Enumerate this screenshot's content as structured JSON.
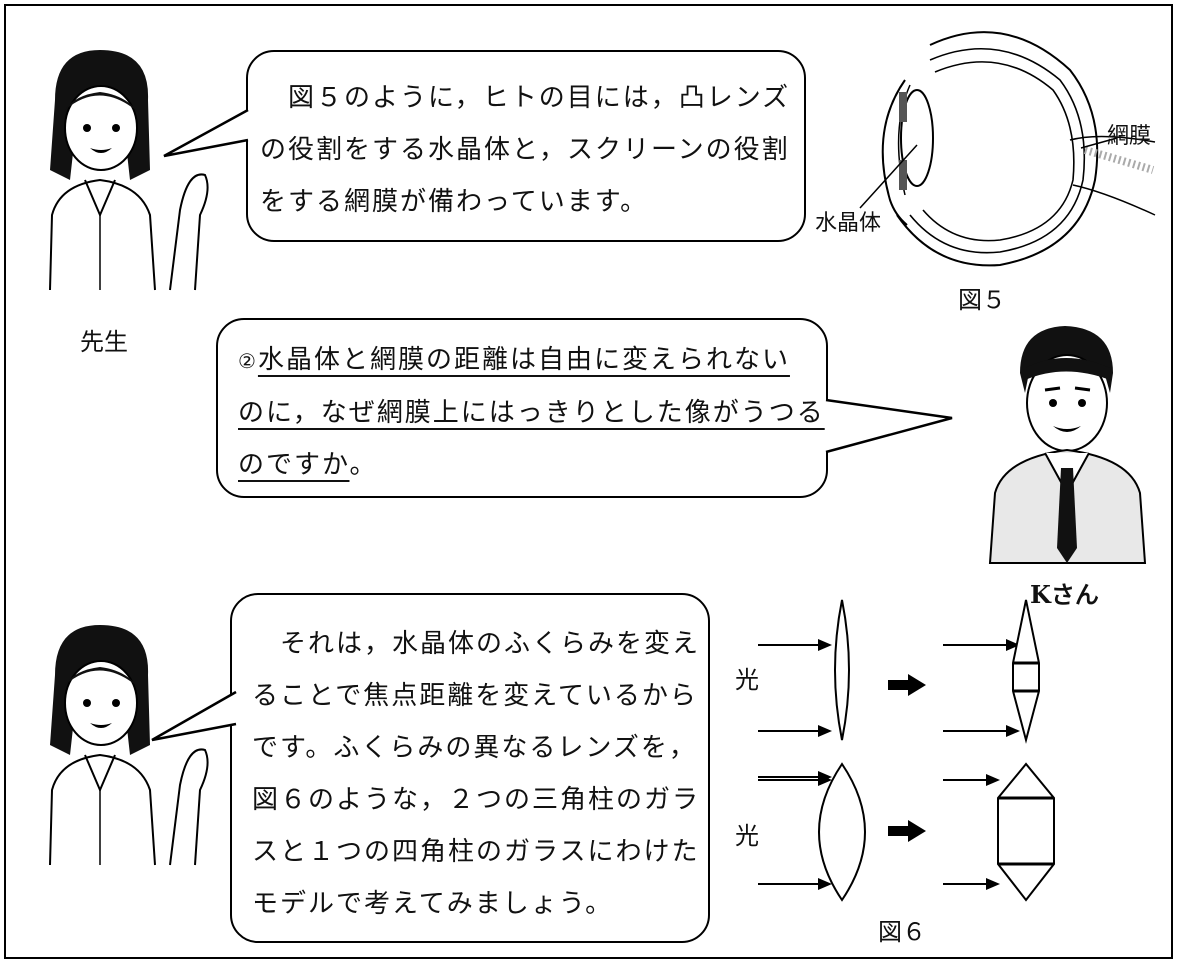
{
  "speakers": {
    "teacher": "先生",
    "student": "Kさん"
  },
  "bubbles": {
    "b1": "　図５のように，ヒトの目には，凸レンズ\nの役割をする水晶体と，スクリーンの役割\nをする網膜が備わっています。",
    "b2_number": "②",
    "b2_text": "水晶体と網膜の距離は自由に変えられない\nのに，なぜ網膜上にはっきりとした像がうつる\nのですか",
    "b2_end": "。",
    "b3": "　それは，水晶体のふくらみを変え\nることで焦点距離を変えているから\nです。ふくらみの異なるレンズを，\n図６のような，２つの三角柱のガラ\nスと１つの四角柱のガラスにわけた\nモデルで考えてみましょう。"
  },
  "fig5": {
    "caption": "図５",
    "label_retina": "網膜",
    "label_lens": "水晶体"
  },
  "fig6": {
    "caption": "図６",
    "light_label_top": "光",
    "light_label_bottom": "光"
  }
}
